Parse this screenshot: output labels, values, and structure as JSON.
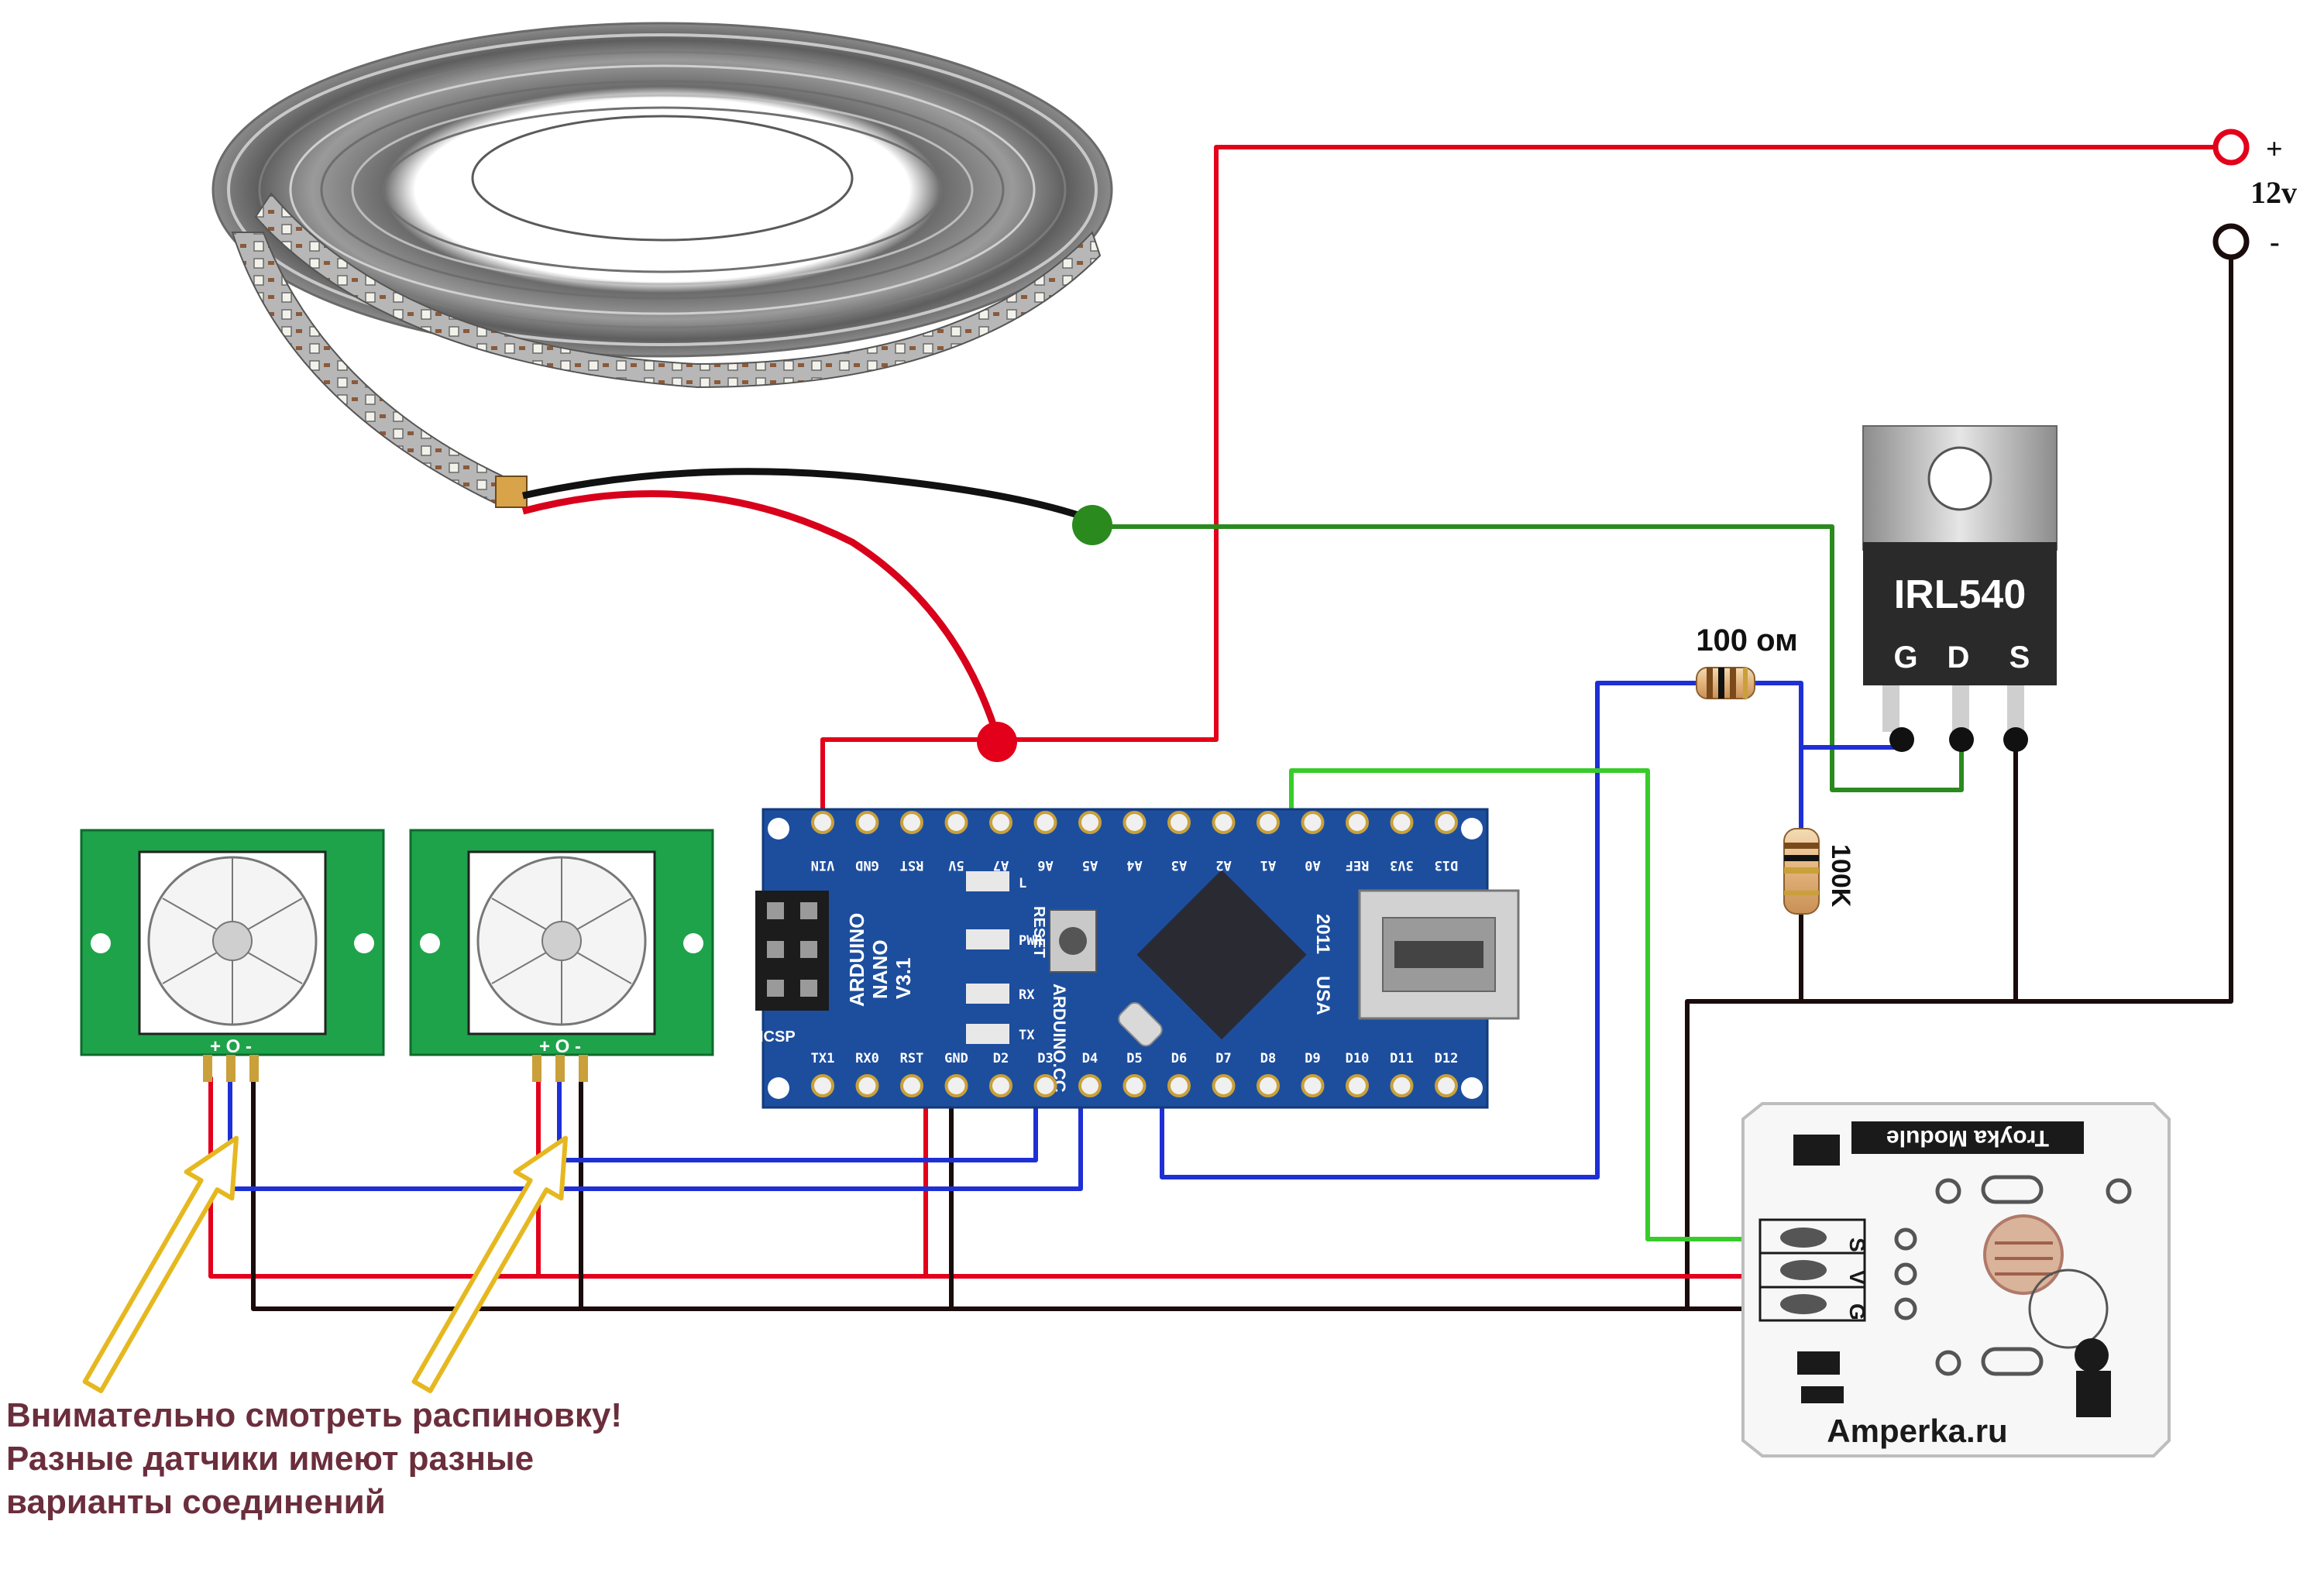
{
  "power": {
    "plus": "+",
    "voltage": "12v",
    "minus": "-"
  },
  "mosfet": {
    "name": "IRL540",
    "pin_g": "G",
    "pin_d": "D",
    "pin_s": "S"
  },
  "resistors": {
    "gate": "100 ом",
    "pulldown": "100K"
  },
  "arduino": {
    "top_pins": [
      "VIN",
      "GND",
      "RST",
      "5V",
      "A7",
      "A6",
      "A5",
      "A4",
      "A3",
      "A2",
      "A1",
      "A0",
      "REF",
      "3V3",
      "D13"
    ],
    "bottom_pins": [
      "TX1",
      "RX0",
      "RST",
      "GND",
      "D2",
      "D3",
      "D4",
      "D5",
      "D6",
      "D7",
      "D8",
      "D9",
      "D10",
      "D11",
      "D12"
    ],
    "board_lines": [
      "ARDUINO",
      "NANO",
      "V3.1"
    ],
    "url": "ARDUINO.CC",
    "year": "2011",
    "usa": "USA",
    "reset": "RESET",
    "icsp": "ICSP",
    "led_labels": [
      "L",
      "PWR",
      "RX",
      "TX"
    ]
  },
  "pir": {
    "pin_labels": "+ O -"
  },
  "light_module": {
    "title": "Troyka Module",
    "brand": "Amperka.ru",
    "pins": [
      "S",
      "V",
      "G"
    ]
  },
  "note": {
    "line1": "Внимательно смотреть распиновку!",
    "line2": "Разные  датчики  имеют  разные",
    "line3": "варианты соединений"
  },
  "colors": {
    "positive": "#e3001b",
    "ground": "#1a0c0c",
    "signal_blue": "#1f2fd6",
    "signal_green_dark": "#2a8a1e",
    "signal_green_light": "#38cc2a",
    "board_blue": "#1d4e9e",
    "pcb_green": "#1ea34a",
    "arrow": "#e6b820",
    "note_text": "#6b2e3c"
  }
}
